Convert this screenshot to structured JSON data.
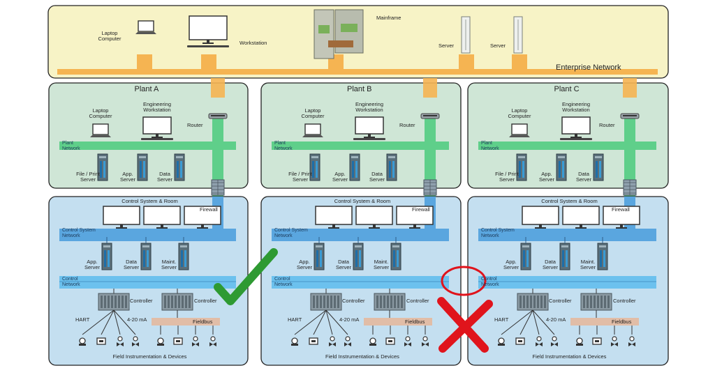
{
  "enterprise": {
    "laptop": "Laptop\nComputer",
    "workstation": "Workstation",
    "mainframe": "Mainframe",
    "server1": "Server",
    "server2": "Server",
    "network": "Enterprise Network"
  },
  "plants": [
    {
      "title": "Plant A"
    },
    {
      "title": "Plant B"
    },
    {
      "title": "Plant C"
    }
  ],
  "plant_labels": {
    "laptop": "Laptop\nComputer",
    "eng": "Engineering\nWorkstation",
    "router": "Router",
    "network": "Plant\nNetwork",
    "file": "File / Print\nServer",
    "app": "App.\nServer",
    "data": "Data\nServer"
  },
  "control_labels": {
    "title": "Control System & Room",
    "firewall": "Firewall",
    "cs_network": "Control System\nNetwork",
    "app": "App.\nServer",
    "data": "Data\nServer",
    "maint": "Maint.\nServer",
    "control_network": "Control\nNetwork",
    "controller": "Controller",
    "hart": "HART",
    "ma": "4-20 mA",
    "fieldbus": "Fieldbus",
    "field": "Field Instrumentation & Devices"
  },
  "status": {
    "check": "valid",
    "cross": "invalid"
  },
  "colors": {
    "enterprise_bg": "#f7f3c6",
    "plant_bg": "#cfe6d6",
    "control_bg": "#c4dff0",
    "orange_bus": "#f5b452",
    "green_bus": "#5fcf8a",
    "blue_bus": "#5aa6df",
    "check": "#2e9a32",
    "cross": "#e0141c"
  }
}
